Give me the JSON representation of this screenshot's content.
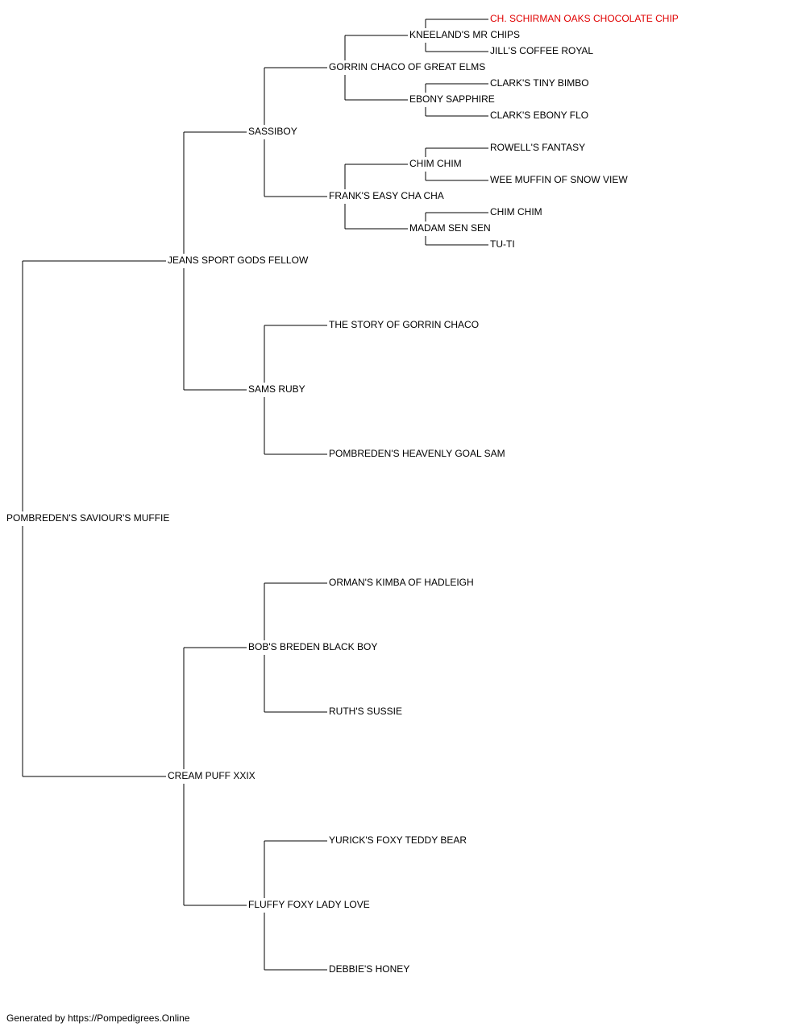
{
  "tree": [
    {
      "gen": 0,
      "slot": 0,
      "name": "POMBREDEN'S SAVIOUR'S MUFFIE"
    },
    {
      "gen": 1,
      "slot": 0,
      "name": "JEANS SPORT GODS FELLOW"
    },
    {
      "gen": 1,
      "slot": 1,
      "name": "CREAM PUFF XXIX"
    },
    {
      "gen": 2,
      "slot": 0,
      "name": "SASSIBOY"
    },
    {
      "gen": 2,
      "slot": 1,
      "name": "SAMS RUBY"
    },
    {
      "gen": 2,
      "slot": 2,
      "name": "BOB'S BREDEN BLACK BOY"
    },
    {
      "gen": 2,
      "slot": 3,
      "name": "FLUFFY FOXY LADY LOVE"
    },
    {
      "gen": 3,
      "slot": 0,
      "name": "GORRIN CHACO OF GREAT ELMS"
    },
    {
      "gen": 3,
      "slot": 1,
      "name": "FRANK'S EASY CHA CHA"
    },
    {
      "gen": 3,
      "slot": 2,
      "name": "THE STORY OF GORRIN CHACO"
    },
    {
      "gen": 3,
      "slot": 3,
      "name": "POMBREDEN'S HEAVENLY GOAL SAM"
    },
    {
      "gen": 3,
      "slot": 4,
      "name": "ORMAN'S KIMBA OF HADLEIGH"
    },
    {
      "gen": 3,
      "slot": 5,
      "name": "RUTH'S SUSSIE"
    },
    {
      "gen": 3,
      "slot": 6,
      "name": "YURICK'S FOXY TEDDY BEAR"
    },
    {
      "gen": 3,
      "slot": 7,
      "name": "DEBBIE'S HONEY"
    },
    {
      "gen": 4,
      "slot": 0,
      "name": "KNEELAND'S MR CHIPS"
    },
    {
      "gen": 4,
      "slot": 1,
      "name": "EBONY SAPPHIRE"
    },
    {
      "gen": 4,
      "slot": 2,
      "name": "CHIM CHIM"
    },
    {
      "gen": 4,
      "slot": 3,
      "name": "MADAM SEN SEN"
    },
    {
      "gen": 5,
      "slot": 0,
      "name": "CH. SCHIRMAN OAKS CHOCOLATE CHIP",
      "highlight": true
    },
    {
      "gen": 5,
      "slot": 1,
      "name": "JILL'S COFFEE ROYAL"
    },
    {
      "gen": 5,
      "slot": 2,
      "name": "CLARK'S TINY BIMBO"
    },
    {
      "gen": 5,
      "slot": 3,
      "name": "CLARK'S EBONY FLO"
    },
    {
      "gen": 5,
      "slot": 4,
      "name": "ROWELL'S FANTASY"
    },
    {
      "gen": 5,
      "slot": 5,
      "name": "WEE MUFFIN OF SNOW VIEW"
    },
    {
      "gen": 5,
      "slot": 6,
      "name": "CHIM CHIM"
    },
    {
      "gen": 5,
      "slot": 7,
      "name": "TU-TI"
    }
  ],
  "colors": {
    "line": "#000000",
    "text": "#000000",
    "highlight": "#e00000"
  },
  "footer": "Generated by https://Pompedigrees.Online"
}
